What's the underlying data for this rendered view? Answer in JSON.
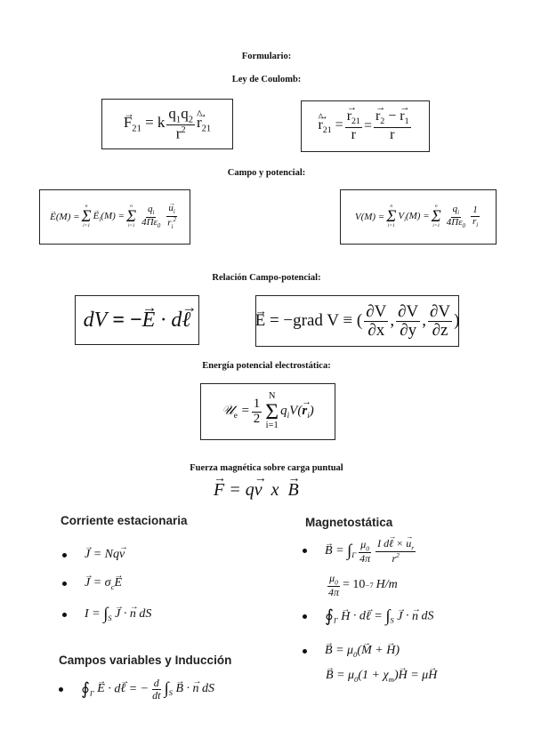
{
  "headings": {
    "formulario": "Formulario:",
    "coulomb": "Ley de Coulomb:",
    "campo_potencial": "Campo y potencial:",
    "relacion": "Relación Campo-potencial:",
    "energia": "Energía potencial electrostática:",
    "fuerza_magnetica": "Fuerza magnética sobre carga puntual"
  },
  "sections": {
    "corriente": "Corriente estacionaria",
    "magnetostatica": "Magnetostática",
    "induccion": "Campos variables y Inducción"
  },
  "equations": {
    "mu_const": "= 10",
    "mu_exp": "−7",
    "mu_unit": "H/m"
  }
}
